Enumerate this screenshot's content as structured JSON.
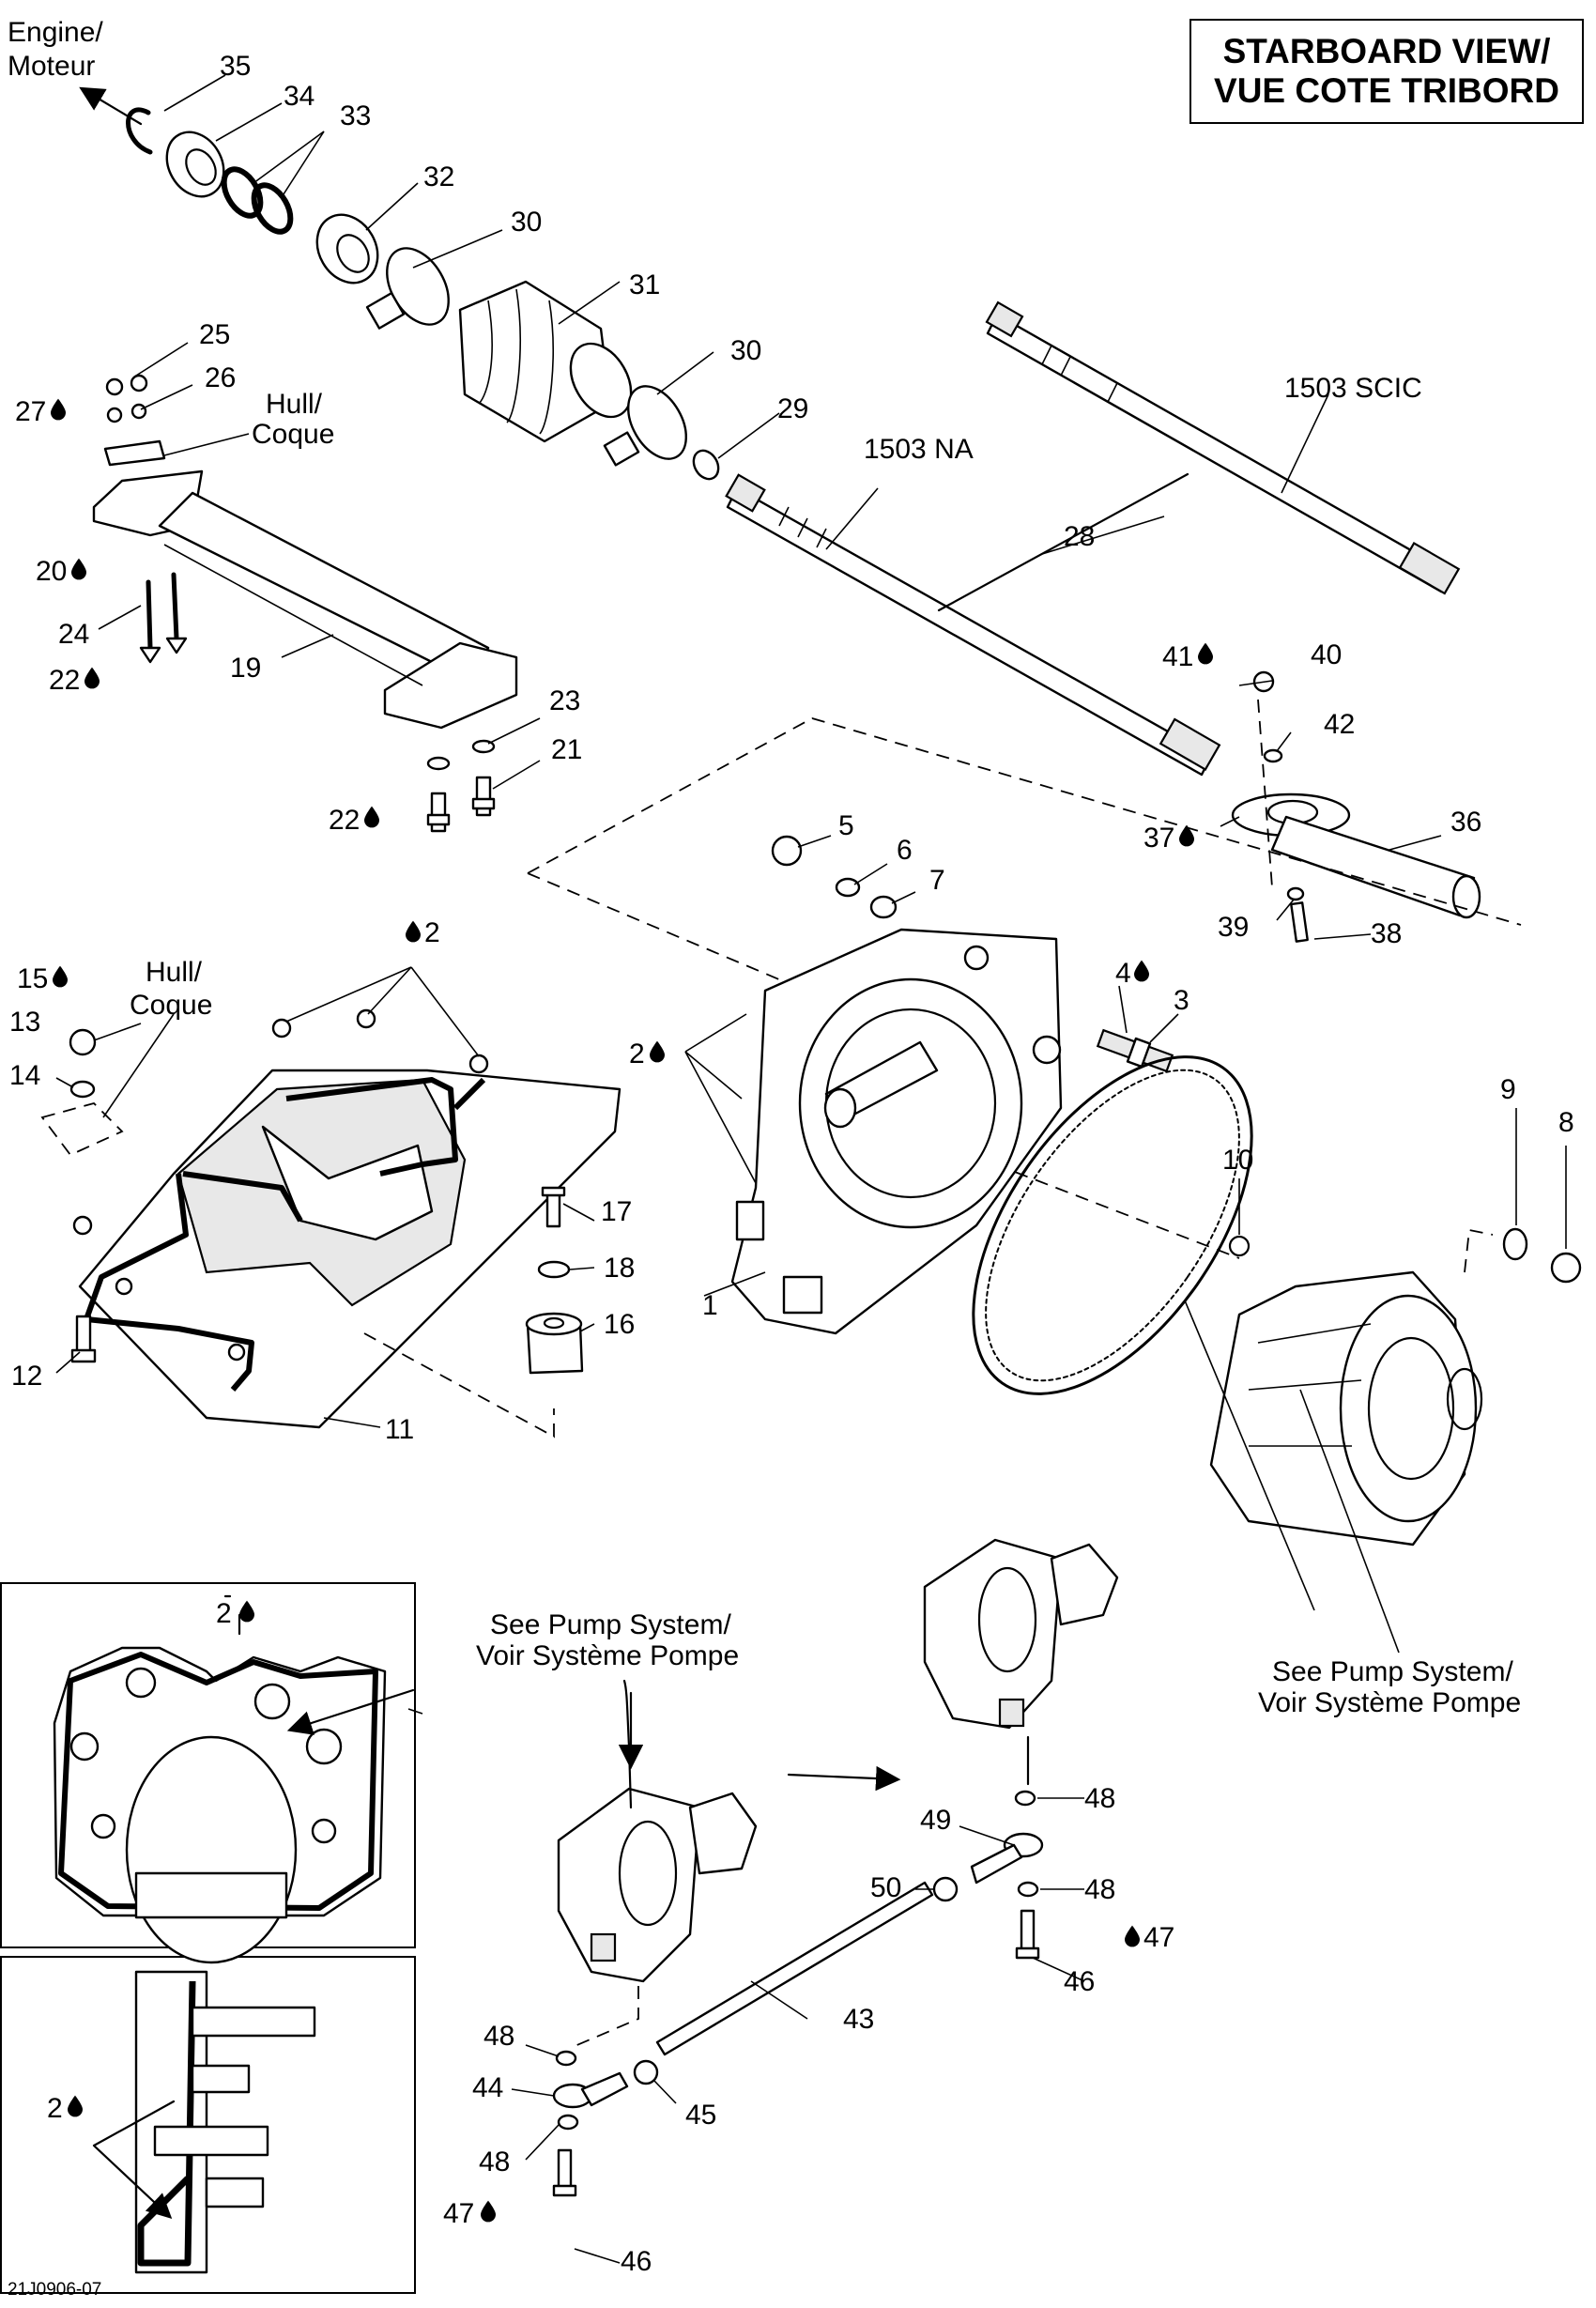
{
  "title": {
    "line1": "STARBOARD VIEW/",
    "line2": "VUE COTE TRIBORD"
  },
  "drawing_code": "21J0906-07",
  "notes": {
    "engine": [
      "Engine/",
      "Moteur"
    ],
    "hull_top": [
      "Hull/",
      "Coque"
    ],
    "hull_left": [
      "Hull/",
      "Coque"
    ],
    "pump_left": [
      "See Pump System/",
      "Voir Système Pompe"
    ],
    "pump_right": [
      "See Pump System/",
      "Voir Système Pompe"
    ],
    "shaft_na": "1503 NA",
    "shaft_scic": "1503 SCIC"
  },
  "callouts": {
    "c35": "35",
    "c34": "34",
    "c33": "33",
    "c32": "32",
    "c30a": "30",
    "c31": "31",
    "c30b": "30",
    "c29": "29",
    "c25": "25",
    "c26": "26",
    "c27": "27",
    "c20": "20",
    "c24": "24",
    "c22a": "22",
    "c19": "19",
    "c23": "23",
    "c21": "21",
    "c22b": "22",
    "c28": "28",
    "c41": "41",
    "c40": "40",
    "c42": "42",
    "c37": "37",
    "c36": "36",
    "c39": "39",
    "c38": "38",
    "c5": "5",
    "c6": "6",
    "c7": "7",
    "c4": "4",
    "c3": "3",
    "c2a": "2",
    "c2b": "2",
    "c1": "1",
    "c9": "9",
    "c8": "8",
    "c10": "10",
    "c15": "15",
    "c13": "13",
    "c14": "14",
    "c12": "12",
    "c11": "11",
    "c17": "17",
    "c18": "18",
    "c16": "16",
    "c2c": "2",
    "c2d": "2",
    "c48a": "48",
    "c49": "49",
    "c50": "50",
    "c48b": "48",
    "c47a": "47",
    "c46a": "46",
    "c43": "43",
    "c48c": "48",
    "c44": "44",
    "c45": "45",
    "c48d": "48",
    "c47b": "47",
    "c46b": "46"
  },
  "icons": {
    "sealant": "drop-icon"
  }
}
